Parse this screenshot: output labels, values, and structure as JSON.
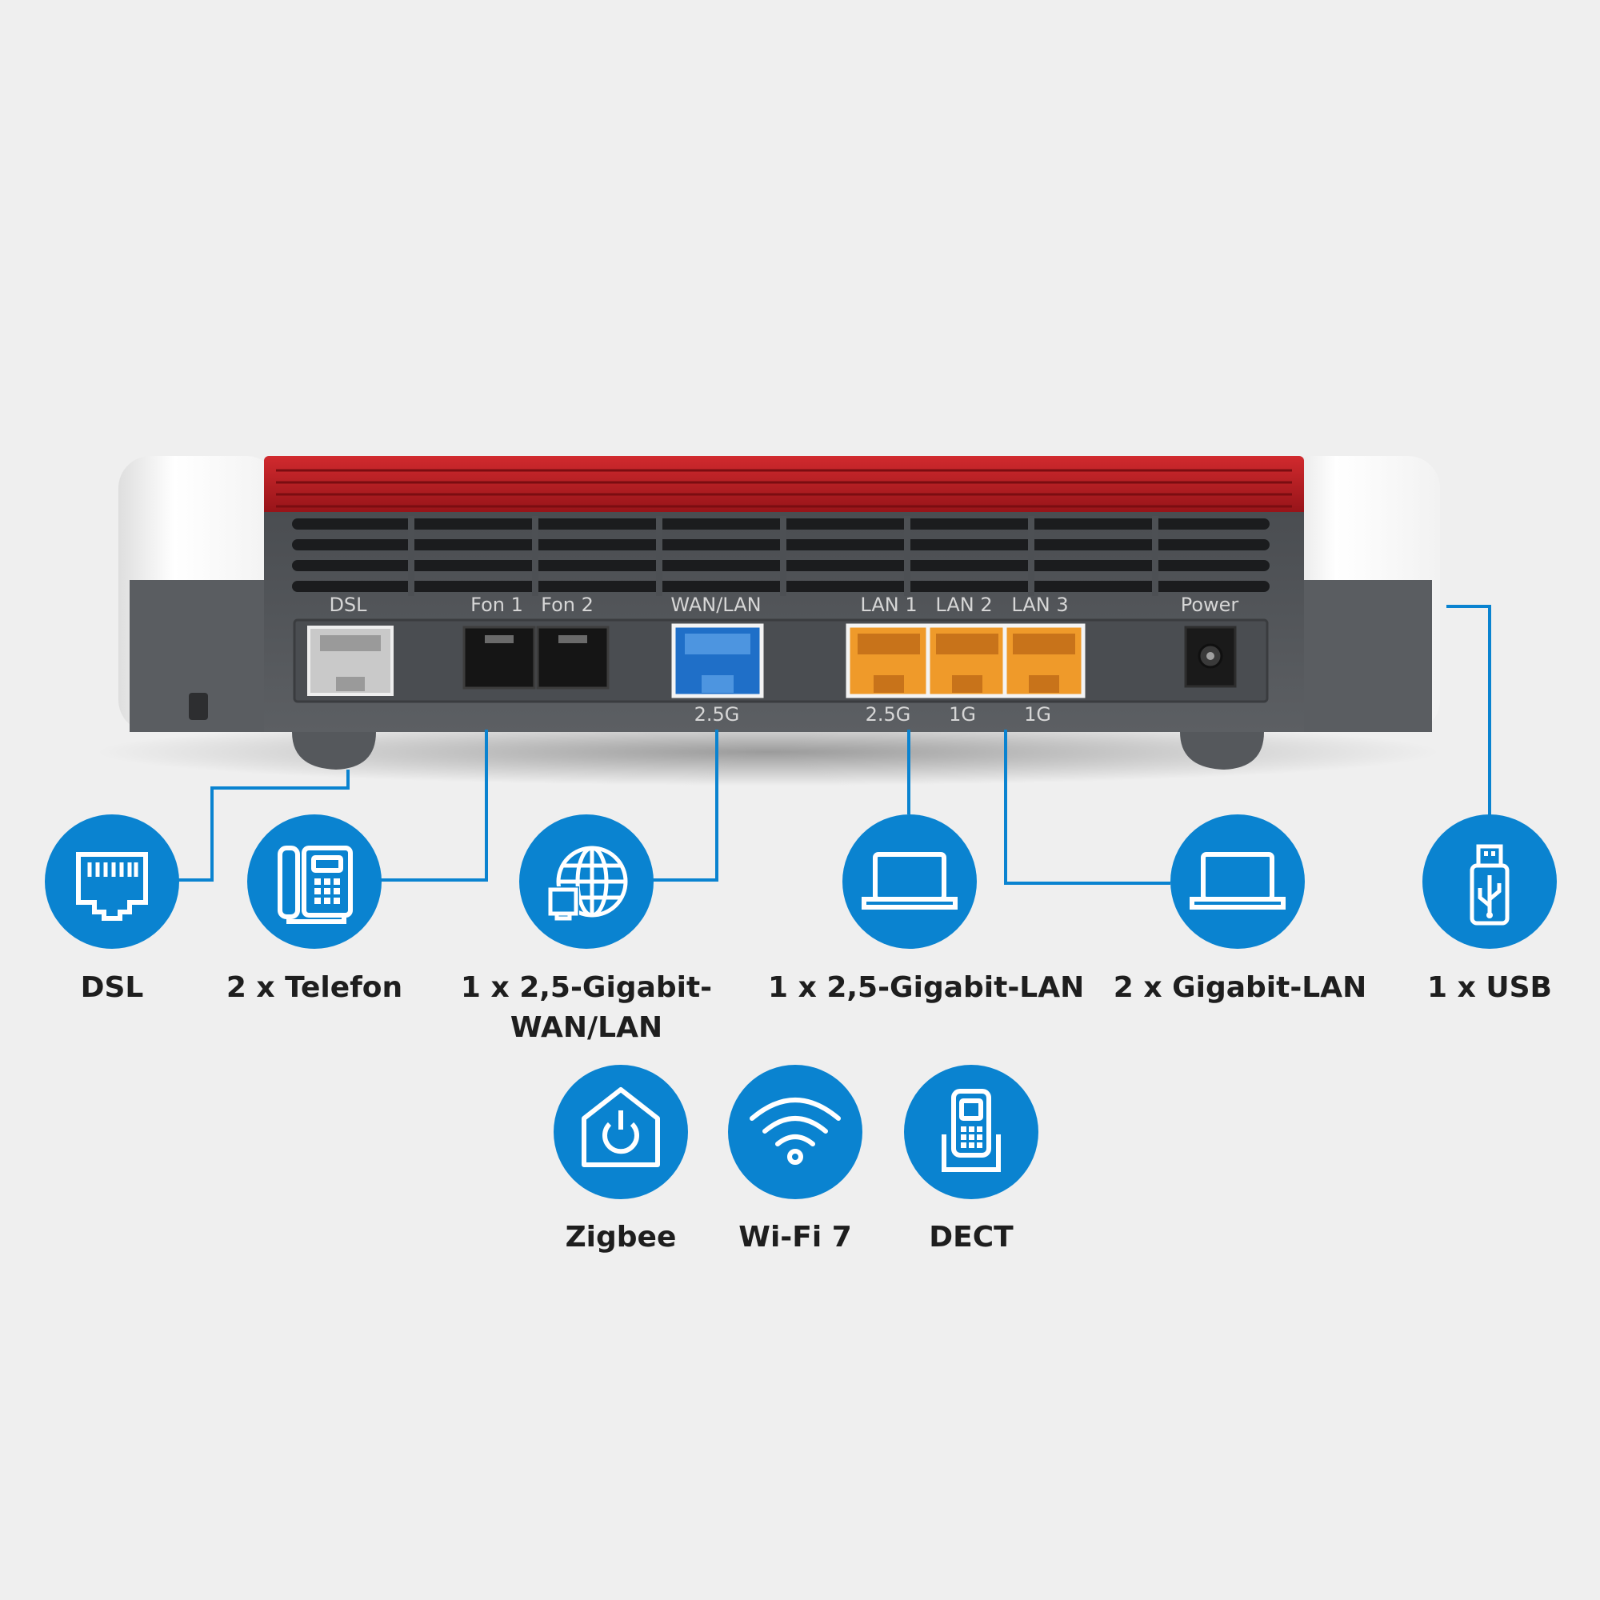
{
  "router": {
    "port_labels": {
      "dsl": "DSL",
      "fon1": "Fon 1",
      "fon2": "Fon 2",
      "wan_lan": "WAN/LAN",
      "lan1": "LAN 1",
      "lan2": "LAN 2",
      "lan3": "LAN 3",
      "power": "Power"
    },
    "speed_labels": {
      "wan": "2.5G",
      "lan1": "2.5G",
      "lan2": "1G",
      "lan3": "1G"
    }
  },
  "features": {
    "dsl": "DSL",
    "telefon": "2 x Telefon",
    "wan_line1": "1 x 2,5-Gigabit-",
    "wan_line2": "WAN/LAN",
    "lan25": "1 x 2,5-Gigabit-LAN",
    "lan1g": "2 x Gigabit-LAN",
    "usb": "1 x USB",
    "zigbee": "Zigbee",
    "wifi": "Wi-Fi 7",
    "dect": "DECT"
  },
  "colors": {
    "accent_blue": "#0a83d0",
    "body_red": "#b0171e",
    "body_gray": "#575a5e",
    "wan_port_blue": "#1f6fc8",
    "lan_port_orange": "#ef9a2a"
  },
  "icons": {
    "dsl": "ethernet-port-icon",
    "telefon": "desk-phone-icon",
    "wan": "globe-network-icon",
    "lan25": "laptop-icon",
    "lan1g": "laptop-icon",
    "usb": "usb-stick-icon",
    "zigbee": "smart-home-icon",
    "wifi": "wifi-icon",
    "dect": "cordless-phone-icon"
  }
}
